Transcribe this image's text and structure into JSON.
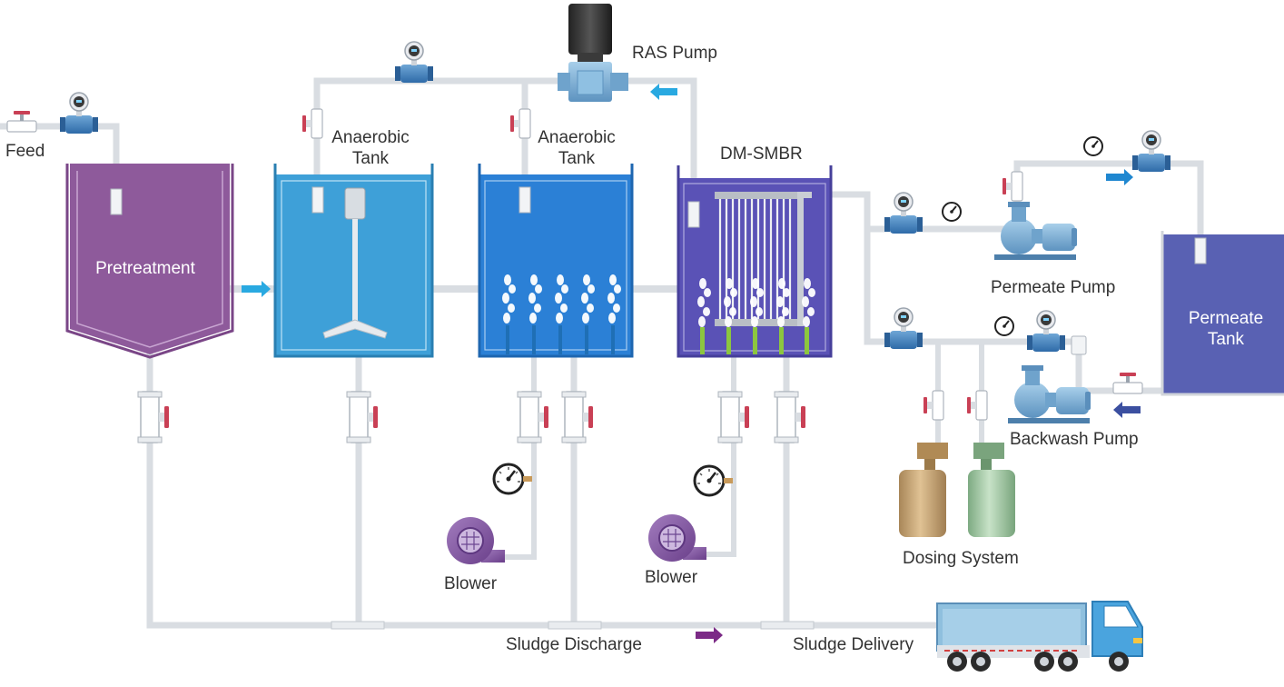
{
  "labels": {
    "feed": "Feed",
    "pretreatment": "Pretreatment",
    "anaerobic_tank_1": "Anaerobic\nTank",
    "anaerobic_tank_2": "Anaerobic\nTank",
    "dm_smbr": "DM-SMBR",
    "ras_pump": "RAS Pump",
    "permeate_pump": "Permeate Pump",
    "permeate_tank": "Permeate\nTank",
    "backwash_pump": "Backwash Pump",
    "dosing_system": "Dosing System",
    "blower_1": "Blower",
    "blower_2": "Blower",
    "sludge_discharge": "Sludge Discharge",
    "sludge_delivery": "Sludge Delivery"
  },
  "colors": {
    "pretreatment": "#8e5a9b",
    "anaerobic_tank_1": "#3ea0d8",
    "anaerobic_tank_2": "#2b80d6",
    "dm_smbr": "#5a52b6",
    "permeate_tank": "#5961b3",
    "pump_body": "#7fb3d9",
    "blower": "#8a5fa8",
    "flow_arrow_cyan": "#29a9e1",
    "flow_arrow_navy": "#3b4fa0",
    "flow_arrow_purple": "#7b2a86",
    "pipe": "#e3e6ea",
    "truck_box": "#8fc0de",
    "truck_cab": "#4aa4de",
    "dosing_tank_1": "#c8a578",
    "dosing_tank_2": "#9fc9a3"
  },
  "icons": [
    "flow-meter-icon",
    "valve-icon",
    "pressure-gauge-icon",
    "mixer-icon",
    "diffuser-icon",
    "membrane-module-icon",
    "blower-icon",
    "pump-icon",
    "truck-icon",
    "flow-arrow-icon"
  ]
}
